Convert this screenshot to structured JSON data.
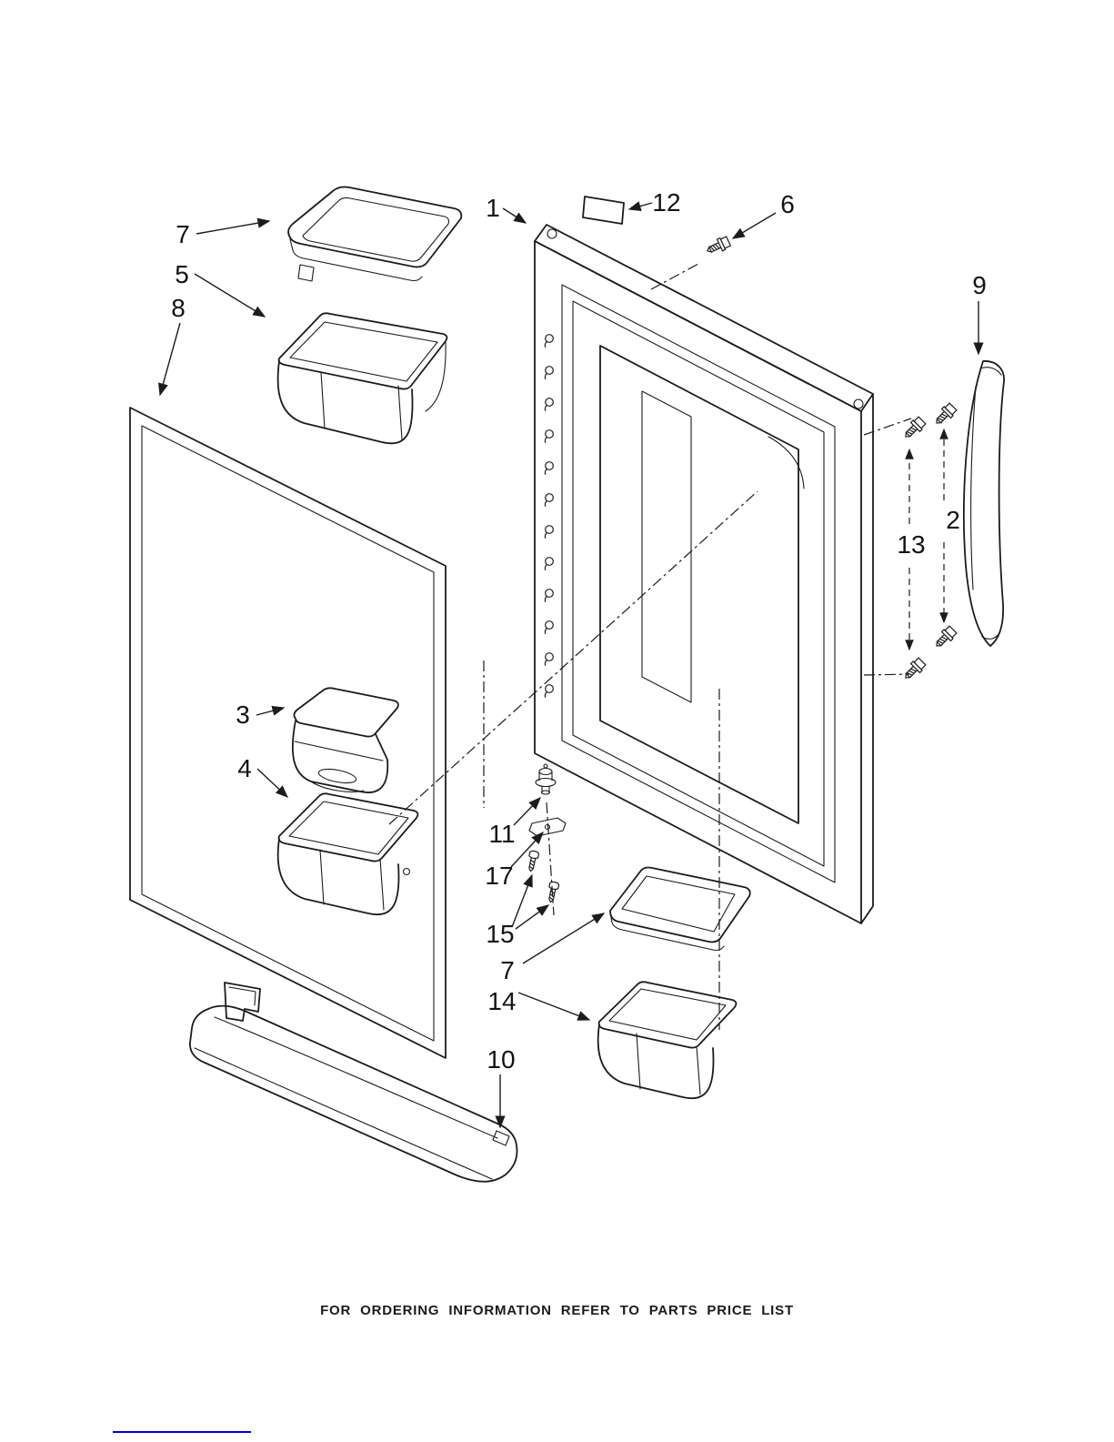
{
  "diagram": {
    "footer_note": "FOR ORDERING INFORMATION REFER TO PARTS PRICE LIST",
    "link_color": "#0000cd",
    "callouts": {
      "shelf_top_7": "7",
      "bin_5": "5",
      "liner_8": "8",
      "door_1": "1",
      "nameplate_12": "12",
      "screw_6": "6",
      "handle_9": "9",
      "screw_2": "2",
      "stud_13": "13",
      "dish_3": "3",
      "bin_4": "4",
      "grommet_11": "11",
      "bracket_17": "17",
      "screws_15": "15",
      "shelf_bottom_7": "7",
      "bin_14": "14",
      "rail_10": "10"
    }
  }
}
